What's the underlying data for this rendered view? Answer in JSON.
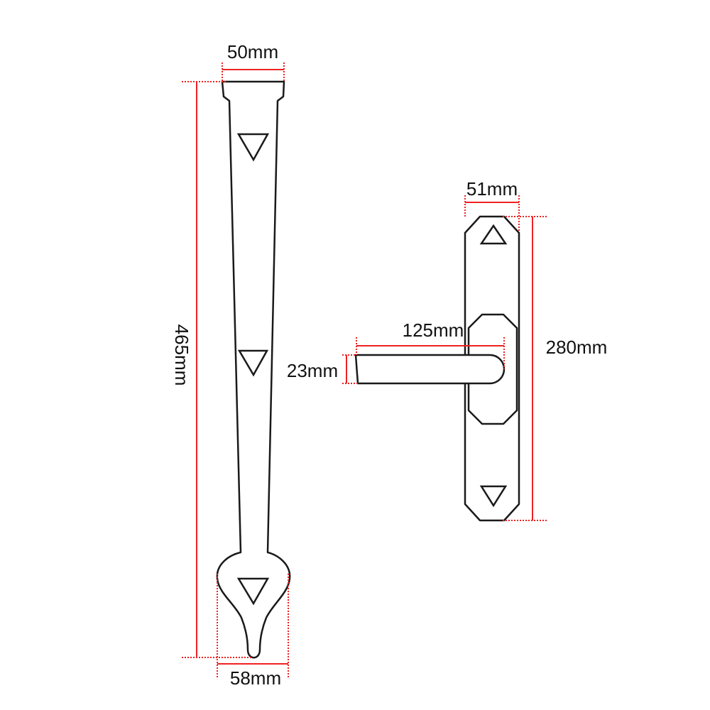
{
  "title": "Strap hinge and lever handle dimensions",
  "strap_hinge": {
    "top_width": "50mm",
    "length": "465mm",
    "bottom_width": "58mm"
  },
  "lever_handle": {
    "plate_width": "51mm",
    "plate_height": "280mm",
    "lever_length": "125mm",
    "lever_thickness": "23mm"
  },
  "colors": {
    "dimension": "#ee2222",
    "outline": "#1a1a1a"
  }
}
